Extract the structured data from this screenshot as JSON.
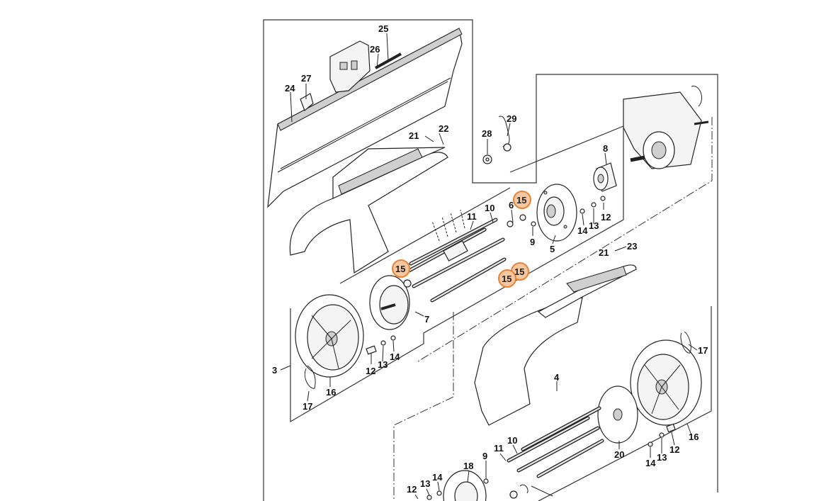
{
  "diagram": {
    "title": "Exploded parts diagram: rear roller, wheels, drive shaft and grass deflector",
    "highlight_color": "#e8843a",
    "highlighted_part": "15",
    "callouts": [
      "25",
      "26",
      "27",
      "24",
      "21",
      "22",
      "29",
      "28",
      "8",
      "15",
      "6",
      "11",
      "10",
      "9",
      "12",
      "13",
      "14",
      "5",
      "21",
      "23",
      "15",
      "15",
      "15",
      "7",
      "3",
      "12",
      "13",
      "14",
      "16",
      "17",
      "4",
      "17",
      "16",
      "12",
      "13",
      "14",
      "20",
      "10",
      "11",
      "9",
      "18",
      "14",
      "13",
      "12"
    ]
  }
}
